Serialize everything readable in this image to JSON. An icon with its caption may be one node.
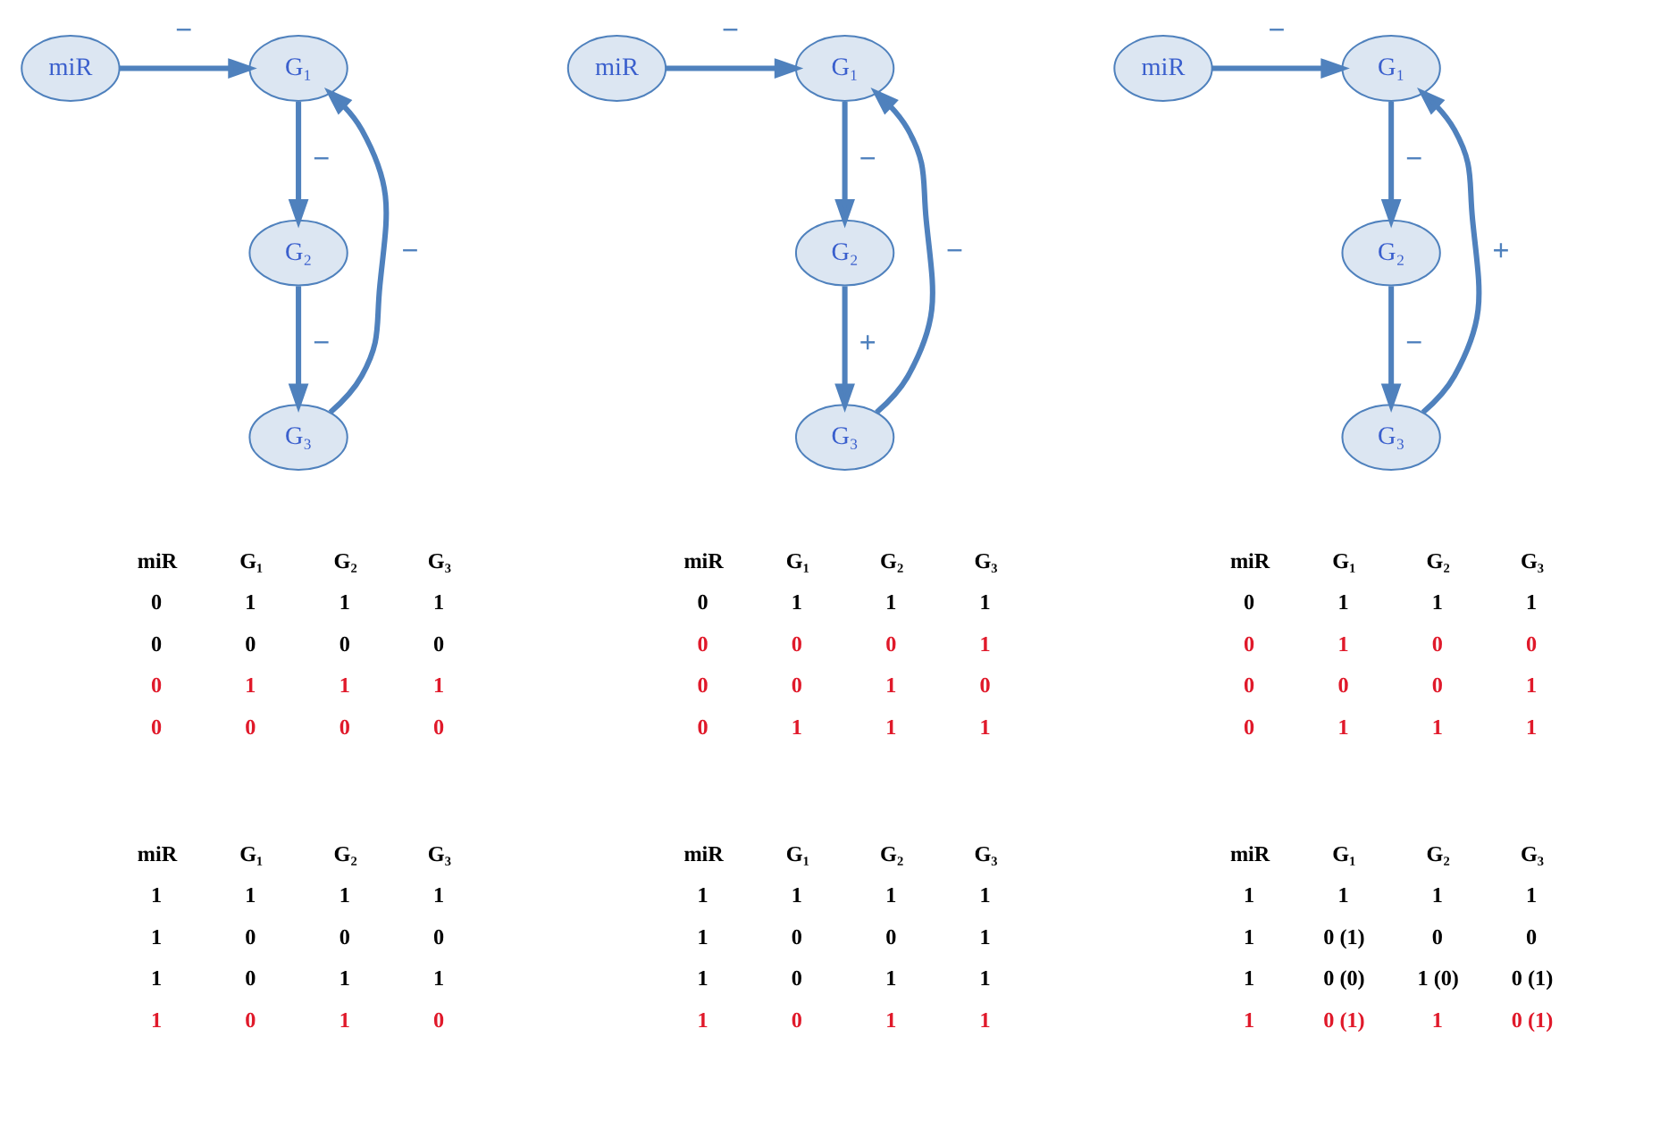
{
  "diagram": {
    "nodes": [
      {
        "text": [
          "miR"
        ]
      },
      {
        "text": [
          "G₁"
        ]
      },
      {
        "text": [
          "G₂"
        ]
      },
      {
        "text": [
          "G₃"
        ]
      },
      {
        "text": [
          "miR"
        ]
      },
      {
        "text": [
          "G₁"
        ]
      },
      {
        "text": [
          "G₂"
        ]
      },
      {
        "text": [
          "G₃"
        ]
      },
      {
        "text": [
          "miR"
        ]
      },
      {
        "text": [
          "G₁"
        ]
      },
      {
        "text": [
          "G₂"
        ]
      },
      {
        "text": [
          "G₃"
        ]
      }
    ],
    "edges": [
      {
        "from": 0,
        "to": 1,
        "arrow": "to",
        "label": "−"
      },
      {
        "from": 3,
        "to": 1,
        "arrow": "to",
        "label": "−"
      },
      {
        "from": 1,
        "to": 2,
        "arrow": "to",
        "label": "−"
      },
      {
        "from": 2,
        "to": 3,
        "arrow": "to",
        "label": "−"
      },
      {
        "from": 4,
        "to": 5,
        "arrow": "to",
        "label": "−"
      },
      {
        "from": 7,
        "to": 5,
        "arrow": "to",
        "label": "−"
      },
      {
        "from": 5,
        "to": 6,
        "arrow": "to",
        "label": "−"
      },
      {
        "from": 6,
        "to": 7,
        "arrow": "to",
        "label": "+"
      },
      {
        "from": 8,
        "to": 9,
        "arrow": "to",
        "label": "−"
      },
      {
        "from": 11,
        "to": 9,
        "arrow": "to",
        "label": "+"
      },
      {
        "from": 9,
        "to": 10,
        "arrow": "to",
        "label": "−"
      },
      {
        "from": 10,
        "to": 11,
        "arrow": "to",
        "label": "−"
      }
    ],
    "labels": [
      "miR",
      "G₁",
      "G₂",
      "G₃",
      "0",
      "1",
      "1",
      "1",
      "0",
      "0",
      "0",
      "0",
      "0",
      "1",
      "1",
      "1",
      "0",
      "0",
      "0",
      "0",
      "miR",
      "G₁",
      "G₂",
      "G₃",
      "0",
      "1",
      "1",
      "1",
      "0",
      "0",
      "0",
      "1",
      "0",
      "0",
      "1",
      "0",
      "0",
      "1",
      "1",
      "1",
      "miR",
      "G₁",
      "G₂",
      "G₃",
      "0",
      "1",
      "1",
      "1",
      "0",
      "1",
      "0",
      "0",
      "0",
      "0",
      "0",
      "1",
      "0",
      "1",
      "1",
      "1",
      "miR",
      "G₁",
      "G₂",
      "G₃",
      "1",
      "1",
      "1",
      "1",
      "1",
      "0",
      "0",
      "0",
      "1",
      "0",
      "1",
      "1",
      "1",
      "0",
      "1",
      "0",
      "miR",
      "G₁",
      "G₂",
      "G₃",
      "1",
      "1",
      "1",
      "1",
      "1",
      "0",
      "0",
      "1",
      "1",
      "0",
      "1",
      "1",
      "1",
      "0",
      "1",
      "1",
      "miR",
      "G₁",
      "G₂",
      "G₃",
      "1",
      "1",
      "1",
      "1",
      "1",
      "0 (1)",
      "0",
      "0",
      "1",
      "0 (0)",
      "1 (0)",
      "0 (1)",
      "1",
      "0 (1)",
      "1",
      "0 (1)"
    ]
  }
}
